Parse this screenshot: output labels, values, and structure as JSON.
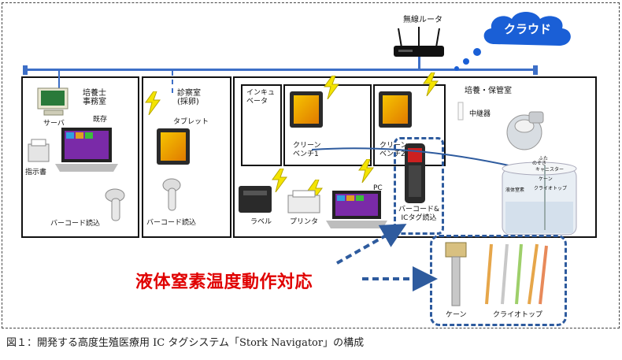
{
  "labels": {
    "router": "無線ルータ",
    "cloud": "クラウド",
    "office": "培養士\n事務室",
    "server": "サーバ",
    "existing": "既存",
    "instruction": "指示書",
    "barcode_office": "バーコード読込",
    "exam_room": "診察室\n(採卵)",
    "tablet": "タブレット",
    "barcode_exam": "バーコード読込",
    "incubator": "インキュ\nベータ",
    "bench1": "クリーン\nベンチ1",
    "bench2": "クリーン\nベンチ2",
    "culture_room": "培養・保管室",
    "repeater": "中継器",
    "label_printer": "ラベル",
    "printer": "プリンタ",
    "pc": "PC",
    "barcode_ic": "バーコード&\nICタグ読込",
    "cane": "ケーン",
    "cryotop": "クライオトップ",
    "tank_lid": "ふた",
    "tank_canister": "キャニスター",
    "tank_cane": "ケーン",
    "tank_cryotop": "クライオトップ",
    "tank_nitrogen": "液体窒素",
    "tank_inlet": "のぞき",
    "headline": "液体窒素温度動作対応"
  },
  "caption": "図１：開発する高度生殖医療用 IC タグシステム「Stork Navigator」の構成",
  "colors": {
    "bus": "#3d6fc7",
    "cloud": "#1a5fd6",
    "headline": "#e00000",
    "dashed_group": "#2e5b9e"
  }
}
